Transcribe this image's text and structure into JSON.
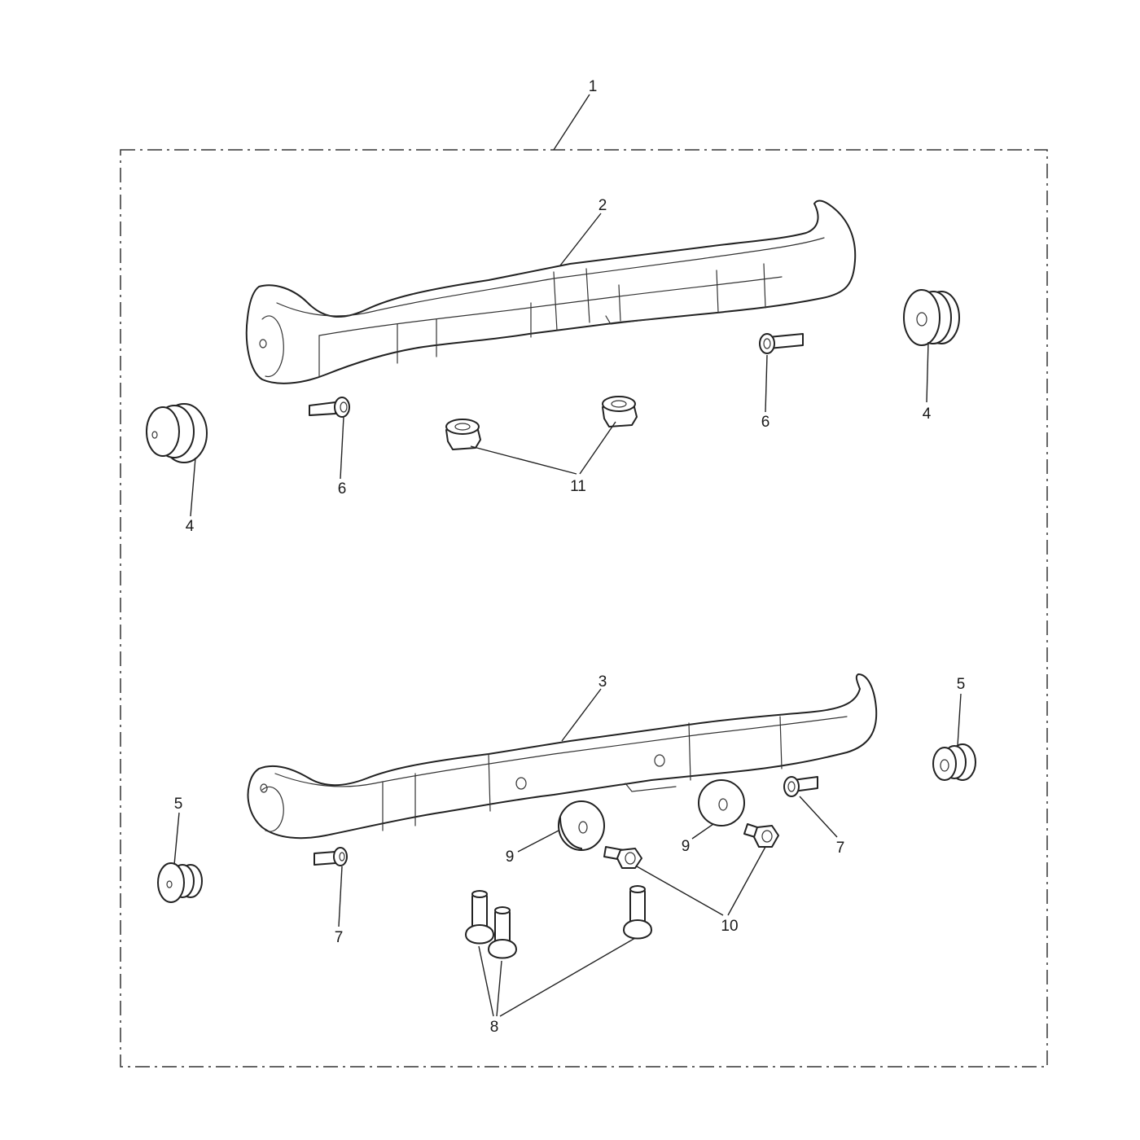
{
  "diagram": {
    "callouts": {
      "c1": "1",
      "c2": "2",
      "c3": "3",
      "c4a": "4",
      "c4b": "4",
      "c5a": "5",
      "c5b": "5",
      "c6a": "6",
      "c6b": "6",
      "c7a": "7",
      "c7b": "7",
      "c8": "8",
      "c9a": "9",
      "c9b": "9",
      "c10": "10",
      "c11": "11"
    }
  }
}
